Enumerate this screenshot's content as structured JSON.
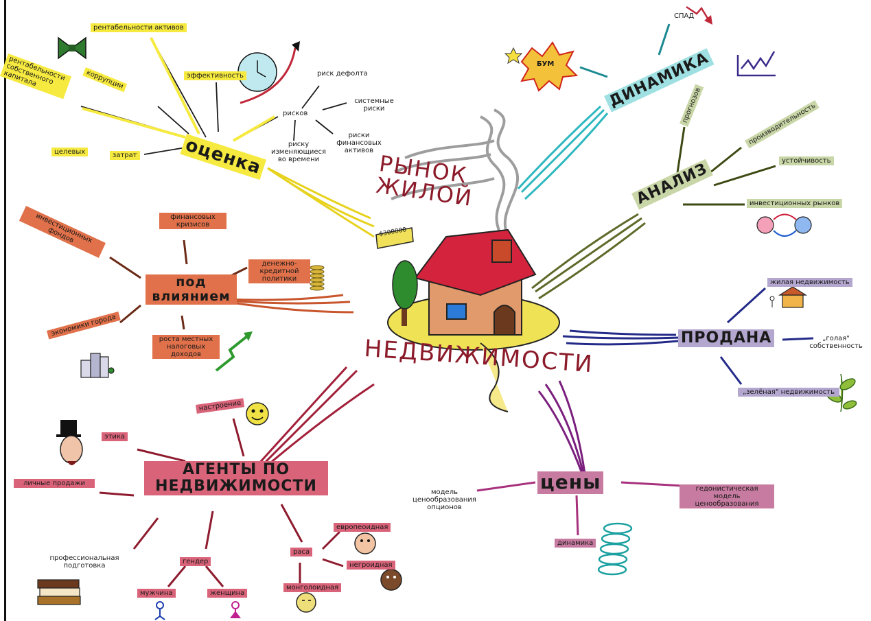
{
  "center": {
    "title_top": "РЫНОК ЖИЛОЙ",
    "title_bottom": "НЕДВИЖИМОСТИ",
    "price_tag": "$300000"
  },
  "branches": {
    "otsenka": {
      "label": "оценка",
      "children": {
        "rentab_aktivov": "рентабельности активов",
        "rentab_kapitala": "рентабельности собственного капитала",
        "korruptsii": "коррупции",
        "effektivnost": "эффективность",
        "riskov": "рисков",
        "risk_defolta": "риск дефолта",
        "sistemnye_riski": "системные риски",
        "riski_fin_aktivov": "риски финансовых активов",
        "risku_izm": "риску изменяющиеся во времени",
        "zatrat": "затрат",
        "tselevykh": "целевых"
      }
    },
    "pod_vliyaniem": {
      "label": "под влиянием",
      "children": {
        "invest_fondov": "инвестиционных фондов",
        "fin_krizisov": "финансовых кризисов",
        "dk_politiki": "денежно-кредитной политики",
        "ekonomiki_goroda": "экономики города",
        "rosta_nalogov": "роста местных налоговых доходов"
      }
    },
    "agenty": {
      "label": "АГЕНТЫ ПО НЕДВИЖИМОСТИ",
      "children": {
        "nastroenie": "настроение",
        "etika": "этика",
        "lichnye_prodazhi": "личные продажи",
        "prof_podgotovka": "профессиональная подготовка",
        "gender": "гендер",
        "muzhchina": "мужчина",
        "zhenshchina": "женщина",
        "rasa": "раса",
        "evropeoidnaya": "европеоидная",
        "negroidnaya": "негроидная",
        "mongoloidnaya": "монголоидная"
      }
    },
    "tseny": {
      "label": "цены",
      "children": {
        "model_opts": "модель ценообразования опционов",
        "gedon_model": "гедонистическая модель ценообразования",
        "dinamika": "динамика"
      }
    },
    "prodana": {
      "label": "ПРОДАНА",
      "children": {
        "zhilaya": "жилая недвижимость",
        "golaya": "„голая\" собственность",
        "zelenaya": "„зелёная\" недвижимость"
      }
    },
    "analiz": {
      "label": "АНАЛИЗ",
      "children": {
        "prognozov": "прогнозов",
        "proizvod": "производительность",
        "ustoichivost": "устойчивость",
        "invest_rynkov": "инвестиционных рынков"
      }
    },
    "dinamika": {
      "label": "ДИНАМИКА",
      "children": {
        "spad": "СПАД",
        "bum": "БУМ"
      }
    }
  },
  "colors": {
    "yellow": "#f6ea40",
    "orange": "#d2502a",
    "red": "#c2284a",
    "purple": "#8b2a8f",
    "navy": "#2a2f8a",
    "olive": "#5e6a2a",
    "teal": "#2fb8c0"
  }
}
